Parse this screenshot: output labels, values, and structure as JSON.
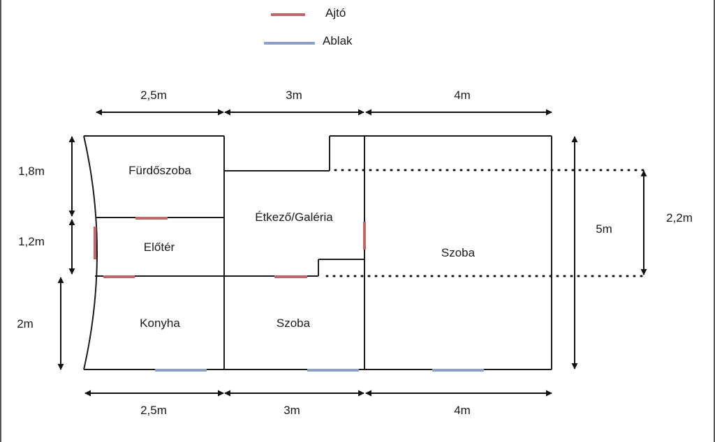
{
  "legend": {
    "door_label": "Ajtó",
    "window_label": "Ablak"
  },
  "colors": {
    "door": "#c0666a",
    "window": "#8ba2c8",
    "wall": "#1a1a1a"
  },
  "rooms": {
    "bathroom": "Fürdőszoba",
    "dining": "Étkező/Galéria",
    "hallway": "Előtér",
    "kitchen": "Konyha",
    "room_small": "Szoba",
    "room_large": "Szoba"
  },
  "dimensions": {
    "top": [
      "2,5m",
      "3m",
      "4m"
    ],
    "bottom": [
      "2,5m",
      "3m",
      "4m"
    ],
    "left": [
      "1,8m",
      "1,2m",
      "2m"
    ],
    "right_total": "5m",
    "right_inner": "2,2m"
  }
}
